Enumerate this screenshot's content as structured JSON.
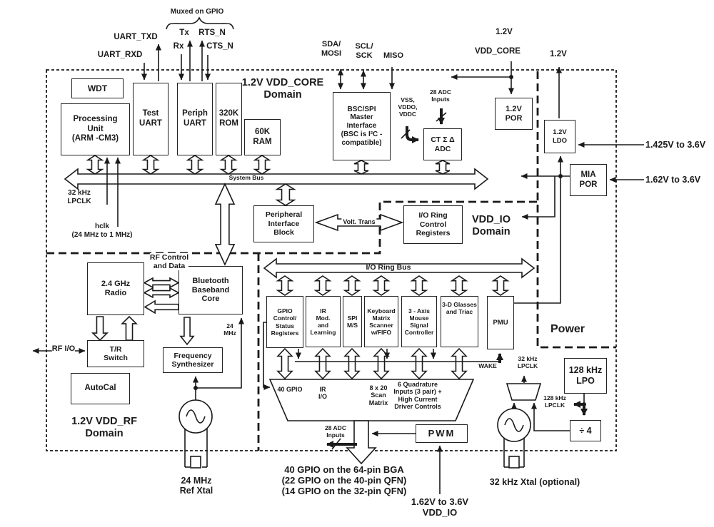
{
  "domains": {
    "core": "1.2V VDD_CORE\nDomain",
    "io": "VDD_IO\nDomain",
    "rf": "1.2V VDD_RF\nDomain",
    "power": "Power"
  },
  "blocks": {
    "wdt": "WDT",
    "processing_unit": "Processing\nUnit\n(ARM -CM3)",
    "test_uart": "Test\nUART",
    "periph_uart": "Periph\nUART",
    "rom": "320K\nROM",
    "ram": "60K\nRAM",
    "bsc_spi": "BSC/SPI\nMaster\nInterface\n(BSC is I²C -\ncompatible)",
    "adc": "CT  Σ Δ\nADC",
    "por_12": "1.2V\nPOR",
    "ldo_12": "1.2V\nLDO",
    "mia_por": "MIA\nPOR",
    "pib": "Peripheral\nInterface\nBlock",
    "io_ring_ctrl": "I/O Ring\nControl\nRegisters",
    "radio": "2.4 GHz\nRadio",
    "bbc": "Bluetooth\nBaseband\nCore",
    "tr_switch": "T/R\nSwitch",
    "autocal": "AutoCal",
    "freq_synth": "Frequency\nSynthesizer",
    "gpio_ctrl": "GPIO\nControl/\nStatus\nRegisters",
    "ir_mod": "IR\nMod.\nand\nLearning",
    "spi_ms": "SPI\nM/S",
    "keyboard": "Keyboard\nMatrix\nScanner\nw/FIFO",
    "mouse": "3 - Axis\nMouse\nSignal\nController",
    "glasses": "3-D Glasses\nand Triac",
    "pmu": "PMU",
    "pwm": "PWM",
    "lpo": "128 kHz\nLPO",
    "div4": "÷ 4"
  },
  "labels": {
    "muxed_gpio": "Muxed on GPIO",
    "uart_txd": "UART_TXD",
    "uart_rxd": "UART_RXD",
    "tx": "Tx",
    "rx": "Rx",
    "rts_n": "RTS_N",
    "cts_n": "CTS_N",
    "sda_mosi": "SDA/\nMOSI",
    "scl_sck": "SCL/\nSCK",
    "miso": "MISO",
    "v12_core": "1.2V",
    "vdd_core": "VDD_CORE",
    "v12_ldo": "1.2V",
    "adc28_top": "28 ADC\nInputs",
    "vss": "VSS,\nVDDO,\nVDDC",
    "v1425": "1.425V to 3.6V",
    "v162_right": "1.62V to 3.6V",
    "lpclk32_left": "32 kHz\nLPCLK",
    "hclk": "hclk\n(24 MHz to 1 MHz)",
    "system_bus": "System Bus",
    "volt_trans": "Volt. Trans",
    "io_ring_bus": "I/O Ring Bus",
    "rf_control": "RF Control\nand Data",
    "rf_io": "RF I/O",
    "mhz24": "24\nMHz",
    "wake": "WAKE",
    "gpio40": "40 GPIO",
    "ir_io": "IR\nI/O",
    "scan_matrix": "8 x 20\nScan\nMatrix",
    "quadrature": "6 Quadrature\nInputs (3 pair) +\nHigh Current\nDriver Controls",
    "adc28_bottom": "28 ADC\nInputs",
    "gpio_pins": "40 GPIO on the 64-pin BGA\n(22 GPIO on the 40-pin QFN)\n(14 GPIO on the 32-pin QFN)",
    "v162_bottom": "1.62V to 3.6V\nVDD_IO",
    "lpclk32_right": "32 kHz\nLPCLK",
    "lpclk128": "128 kHz\nLPCLK",
    "xtal32": "32 kHz Xtal (optional)",
    "xtal24": "24 MHz\nRef Xtal"
  }
}
